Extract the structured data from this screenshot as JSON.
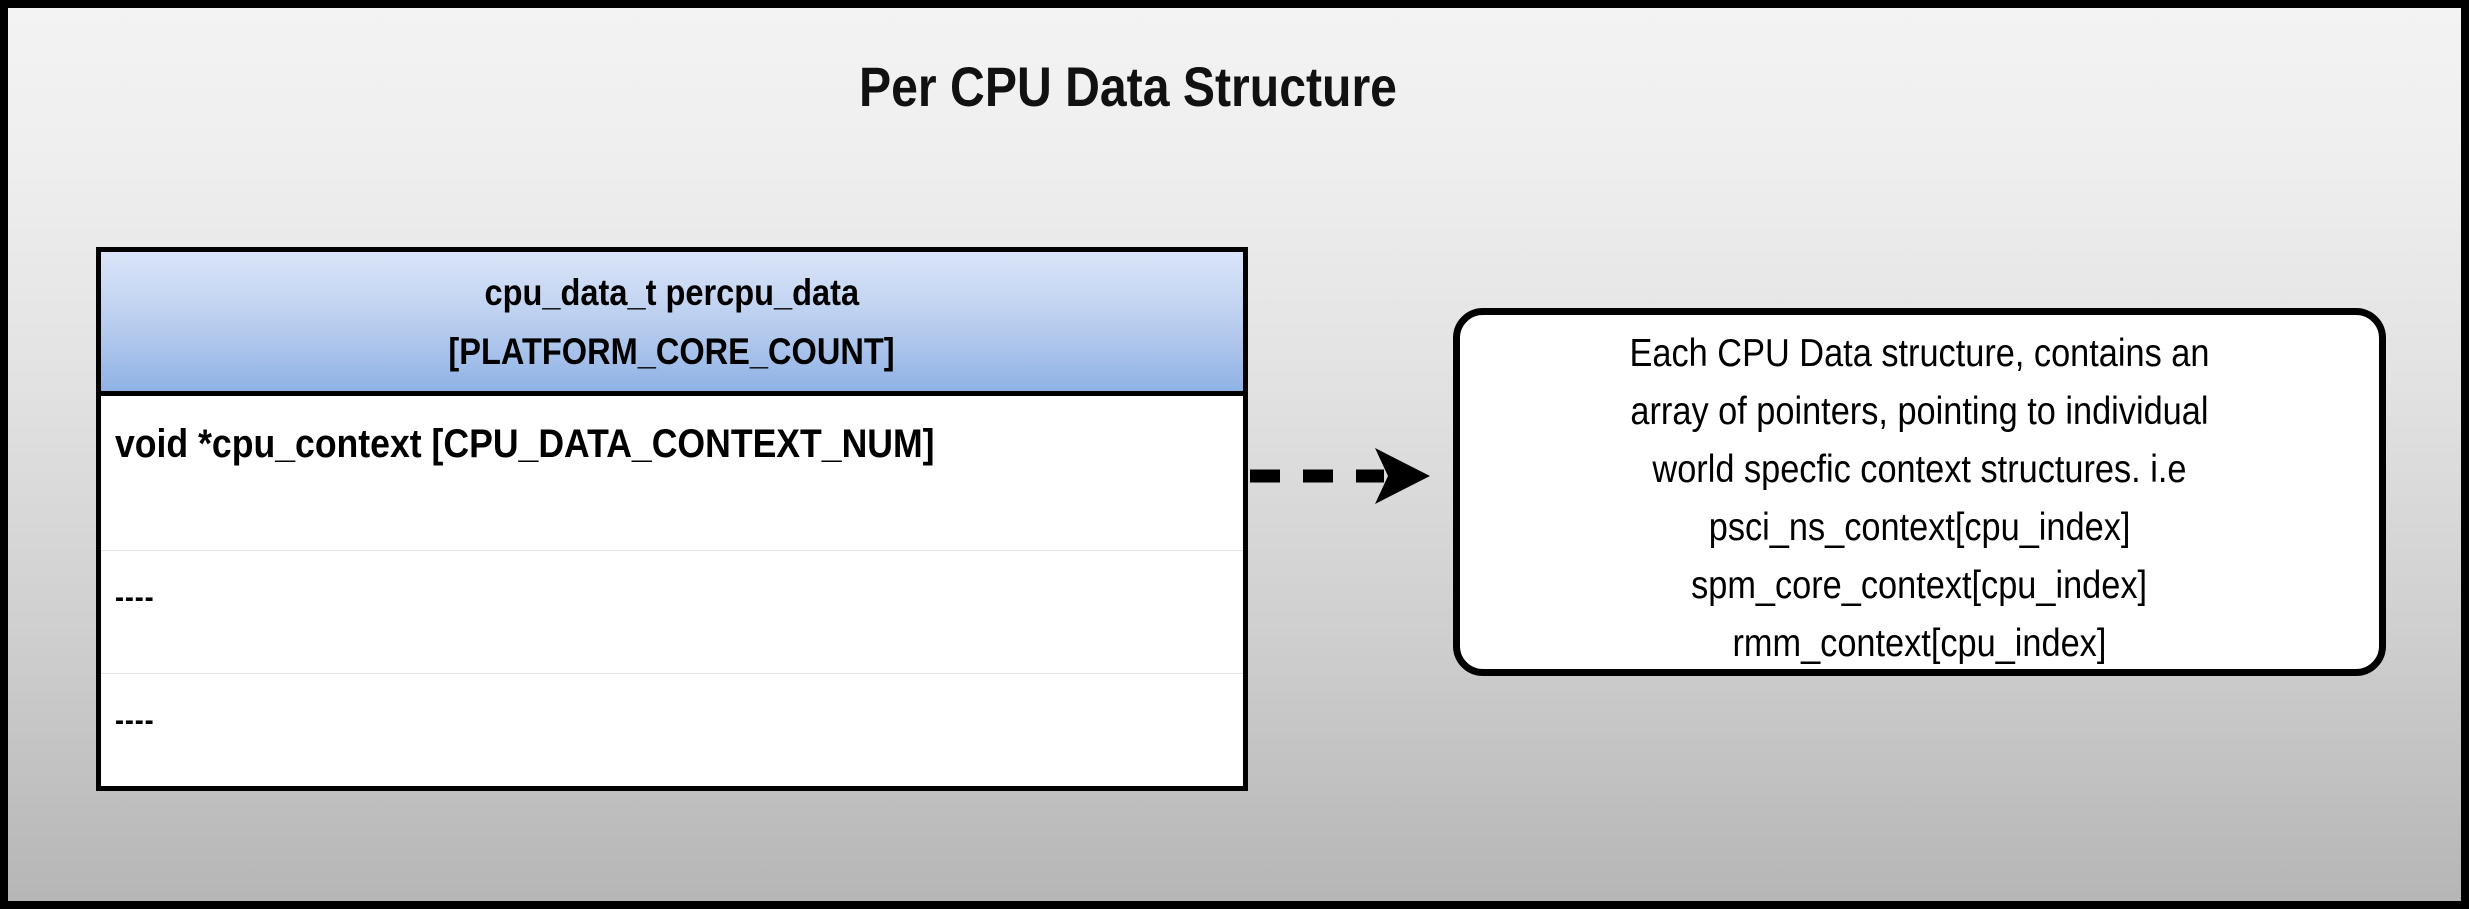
{
  "page": {
    "title": "Per CPU Data Structure",
    "background_top_color": "#f3f3f3",
    "background_bottom_color": "#b6b6b6",
    "frame_color": "#000000"
  },
  "struct_table": {
    "header": {
      "line1": "cpu_data_t percpu_data",
      "line2": "[PLATFORM_CORE_COUNT]",
      "gradient_top_color": "#d9e4f8",
      "gradient_bottom_color": "#8fb2e5",
      "border_color": "#000000"
    },
    "rows": [
      {
        "text": "void *cpu_context [CPU_DATA_CONTEXT_NUM]"
      },
      {
        "text": "----"
      },
      {
        "text": "----"
      }
    ]
  },
  "connector": {
    "style": "dashed-arrow",
    "direction": "right",
    "color": "#000000"
  },
  "callout": {
    "lines": [
      "Each CPU Data structure, contains an",
      "array of pointers, pointing to individual",
      "world specfic context structures. i.e",
      "psci_ns_context[cpu_index]",
      "spm_core_context[cpu_index]",
      "rmm_context[cpu_index]"
    ],
    "border_color": "#000000",
    "background_color": "#ffffff"
  }
}
